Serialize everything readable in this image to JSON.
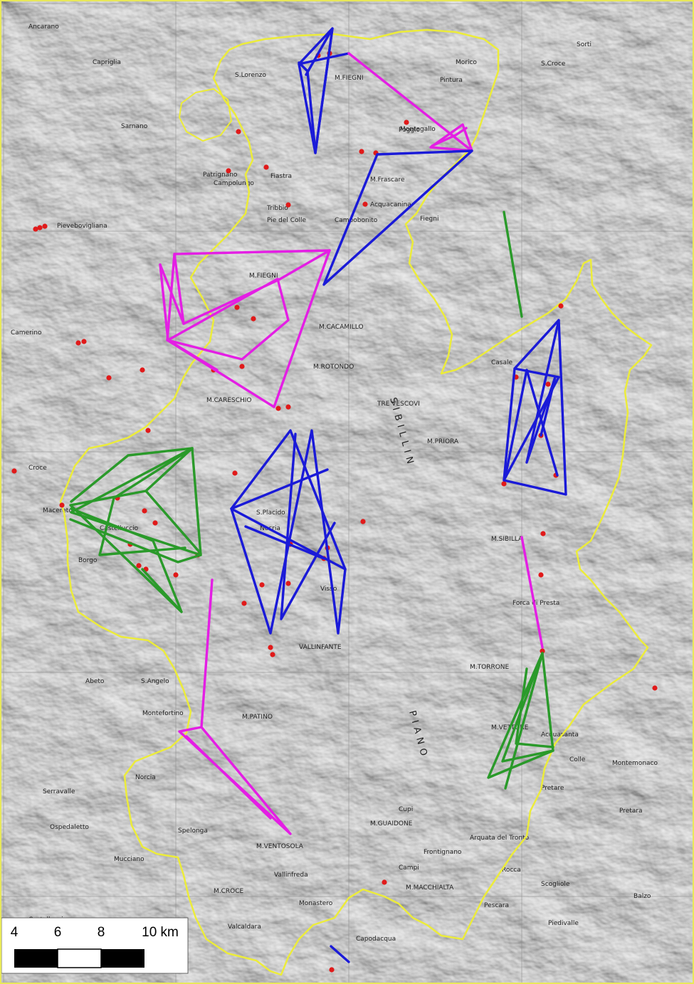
{
  "map": {
    "scale_bar": {
      "tick_labels": [
        "4",
        "6",
        "8",
        "10 km"
      ]
    },
    "place_labels": [
      "S.Lorenzo",
      "M.FIEGNI",
      "S.Croce",
      "Morico",
      "Pintura",
      "M.Frascare",
      "Montegallo",
      "Fiastra",
      "Patrignano",
      "Campolungo",
      "Tribbio",
      "Pie del Colle",
      "Campobonito",
      "Acquacanina",
      "M.FIEGNI",
      "M.ROTONDO",
      "M.CACAMILLO",
      "M.CARESCHIO",
      "TRE VESCOVI",
      "M.PRIORA",
      "Casale",
      "Castelluccio",
      "Borgo",
      "Macereto",
      "S.Placido",
      "Nocria",
      "Visso",
      "Cupi",
      "Campi",
      "M.SIBILLA",
      "VALLINFANTE",
      "M.TORRONE",
      "M.VETTORE",
      "Colle",
      "Norcia",
      "Ospedaletto",
      "M.PATINO",
      "M.VENTOSOLA",
      "Castelluccio",
      "Capodacqua",
      "Pretare",
      "Arquata del Tronto",
      "M.MACCHIALTA",
      "Abeto",
      "Mucciano",
      "Pescara",
      "S.Angelo",
      "Croce",
      "Ancarano",
      "Sarnano",
      "Monastero",
      "M.GUAIDONE",
      "Frontignano",
      "Capriglia",
      "Vallinfreda",
      "Serravalle",
      "Valcaldara",
      "Forca di Presta",
      "Scogliole",
      "M.CROCE",
      "Montemonaco",
      "Pretara",
      "Balzo",
      "Rocca",
      "Spelonga",
      "Piedivalle",
      "Acquasanta",
      "Poggio",
      "Fiegni",
      "Montefortino",
      "Pievebovigliana",
      "Camerino",
      "Sorti",
      "Cupi"
    ],
    "colors": {
      "boundary": "#ecec3a",
      "blue": "#1a1ad8",
      "magenta": "#e41ee4",
      "green": "#2a9a2a",
      "points": "#e01a1a"
    }
  }
}
